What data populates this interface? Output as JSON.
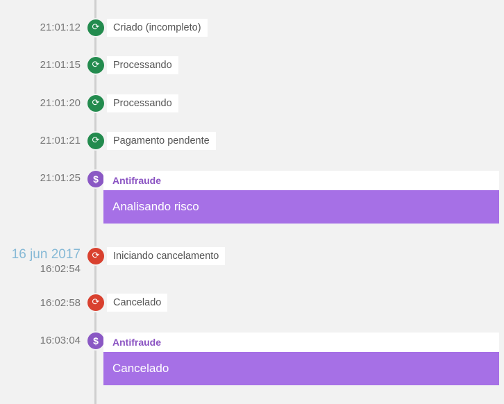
{
  "events": [
    {
      "time": "21:01:12",
      "label": "Criado (incompleto)",
      "icon": "refresh-icon",
      "color": "#238b4e"
    },
    {
      "time": "21:01:15",
      "label": "Processando",
      "icon": "refresh-icon",
      "color": "#238b4e"
    },
    {
      "time": "21:01:20",
      "label": "Processando",
      "icon": "refresh-icon",
      "color": "#238b4e"
    },
    {
      "time": "21:01:21",
      "label": "Pagamento pendente",
      "icon": "refresh-icon",
      "color": "#238b4e"
    },
    {
      "time": "21:01:25",
      "icon": "dollar-icon",
      "color": "#8a58c4",
      "title": "Antifraude",
      "detail": "Analisando risco"
    },
    {
      "date": "16 jun 2017",
      "time": "16:02:54",
      "label": "Iniciando cancelamento",
      "icon": "refresh-icon",
      "color": "#d9412f"
    },
    {
      "time": "16:02:58",
      "label": "Cancelado",
      "icon": "refresh-icon",
      "color": "#d9412f"
    },
    {
      "time": "16:03:04",
      "icon": "dollar-icon",
      "color": "#8a58c4",
      "title": "Antifraude",
      "detail": "Cancelado"
    }
  ],
  "glyphs": {
    "refresh": "⟳",
    "dollar": "$"
  }
}
